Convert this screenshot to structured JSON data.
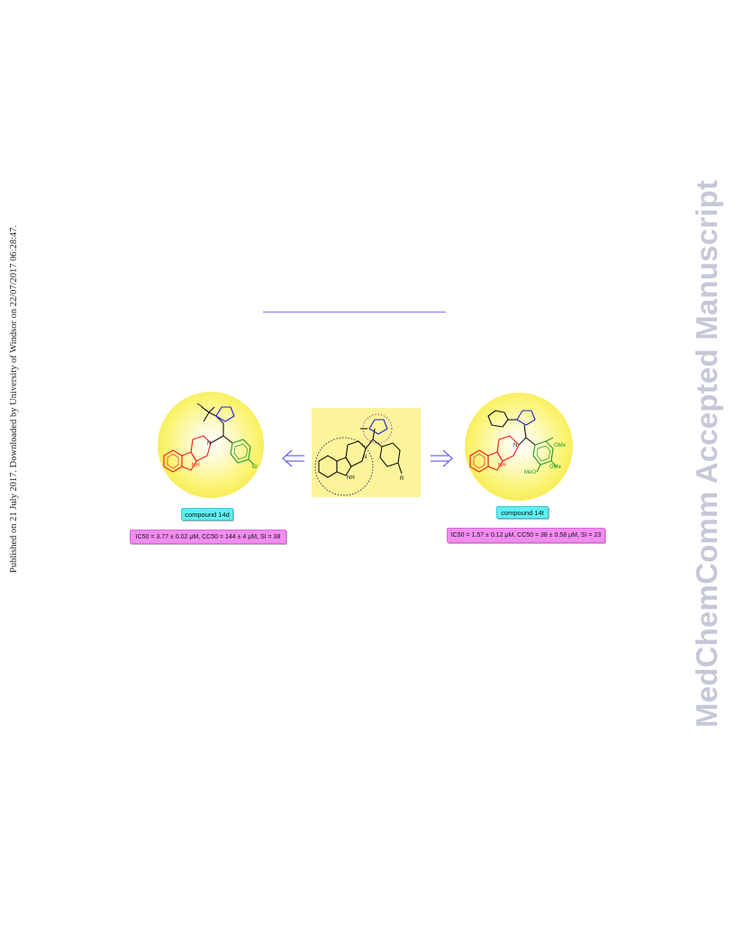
{
  "sidebar_left": {
    "text": "Published on 21 July 2017. Downloaded by University of Windsor on 22/07/2017 06:28:47."
  },
  "sidebar_right": {
    "text": "MedChemComm Accepted Manuscript"
  },
  "figure": {
    "left": {
      "compound_label": "compound 14d",
      "activity": "IC50 = 3.77 ± 0.02 μM, CC50 = 144 ± 4 μM, SI = 38"
    },
    "right": {
      "compound_label": "compound 14t",
      "activity": "IC50 = 1.57 ± 0.12 μM, CC50 = 38 ± 0.58 μM, SI = 23"
    },
    "atoms": {
      "nh": "NH",
      "n": "N",
      "br": "Br",
      "r": "R",
      "ome": "OMe",
      "meo": "MeO"
    },
    "colors": {
      "halo": "#fbf46c",
      "panel": "#fbf49a",
      "carboline": "#ef1c1c",
      "aryl": "#1e9a2a",
      "tetrazole": "#2222cc",
      "arrow": "#4040ff",
      "compound_box": "#5ef1f3",
      "activity_box": "#f38cf2"
    }
  }
}
